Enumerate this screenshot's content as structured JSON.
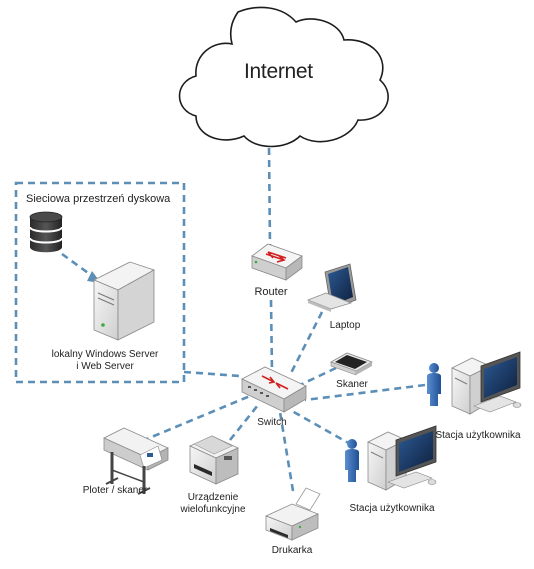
{
  "diagram": {
    "internet_label": "Internet",
    "nas_title": "Sieciowa przestrzeń dyskowa",
    "server_label_line1": "lokalny Windows Server",
    "server_label_line2": "i Web Server",
    "router_label": "Router",
    "switch_label": "Switch",
    "laptop_label": "Laptop",
    "scanner_label": "Skaner",
    "workstation1_label": "Stacja użytkownika",
    "workstation2_label": "Stacja użytkownika",
    "plotter_label": "Ploter / skaner",
    "mfp_label_line1": "Urządzenie",
    "mfp_label_line2": "wielofunkcyjne",
    "printer_label": "Drukarka",
    "icons": [
      "cloud-icon",
      "database-icon",
      "server-icon",
      "router-icon",
      "switch-icon",
      "laptop-icon",
      "scanner-icon",
      "workstation-icon",
      "user-icon",
      "plotter-icon",
      "multifunction-device-icon",
      "printer-icon"
    ],
    "colors": {
      "link": "#5b8fb8",
      "device_body": "#e6e6e6",
      "device_outline": "#8a8a8a",
      "screen": "#1b3a66",
      "user": "#2e66b0",
      "accent_red": "#d22020",
      "accent_green": "#3caa3c"
    }
  }
}
